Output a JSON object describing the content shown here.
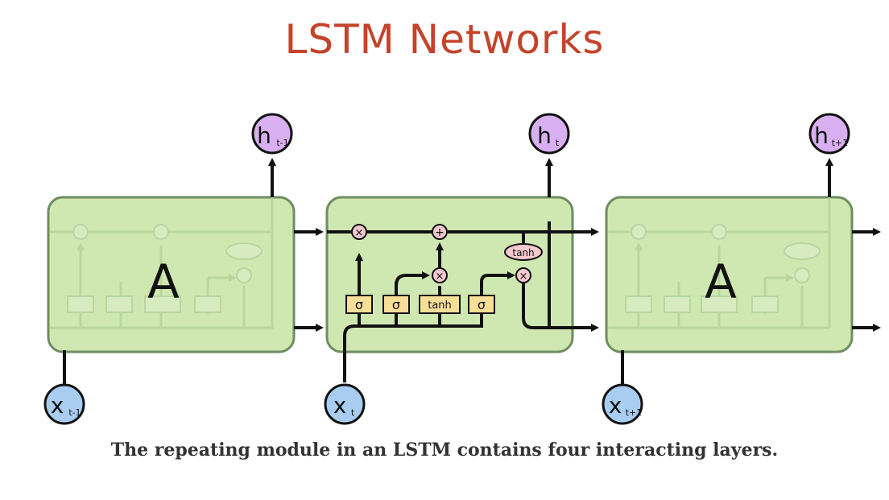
{
  "title": "LSTM Networks",
  "caption": "The repeating module in an LSTM contains four interacting layers.",
  "cell_label": "A",
  "outputs": [
    {
      "base": "h",
      "sub": "t-1"
    },
    {
      "base": "h",
      "sub": "t"
    },
    {
      "base": "h",
      "sub": "t+1"
    }
  ],
  "inputs": [
    {
      "base": "x",
      "sub": "t-1"
    },
    {
      "base": "x",
      "sub": "t"
    },
    {
      "base": "x",
      "sub": "t+1"
    }
  ],
  "layers": [
    "σ",
    "σ",
    "tanh",
    "σ"
  ],
  "pointwise": {
    "multiply": "×",
    "add": "+",
    "tanh": "tanh"
  },
  "colors": {
    "title": "#c4432a",
    "cell": "#cfe8b2",
    "gate": "#f7df9a",
    "pointwise": "#f4c9cd",
    "output_node": "#d8aff0",
    "input_node": "#a9cdf1"
  }
}
